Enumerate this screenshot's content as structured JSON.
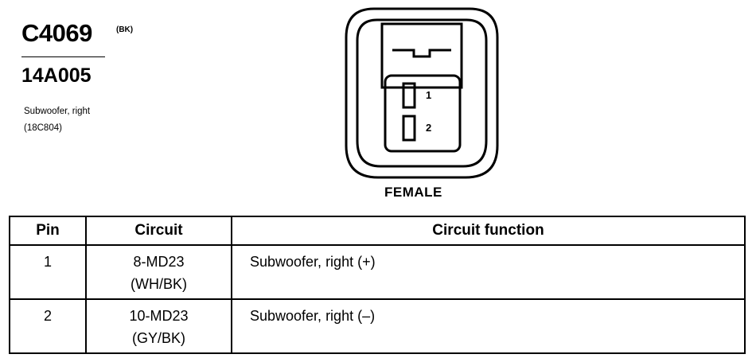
{
  "connector": {
    "id": "C4069",
    "color": "(BK)",
    "part_number": "14A005",
    "description": "Subwoofer, right",
    "location": "(18C804)",
    "gender": "FEMALE",
    "pin_labels": [
      "1",
      "2"
    ]
  },
  "table": {
    "headers": [
      "Pin",
      "Circuit",
      "Circuit function"
    ],
    "rows": [
      {
        "pin": "1",
        "circuit_1": "8-MD23",
        "circuit_2": "(WH/BK)",
        "function": "Subwoofer, right  (+)"
      },
      {
        "pin": "2",
        "circuit_1": "10-MD23",
        "circuit_2": "(GY/BK)",
        "function": "Subwoofer, right  (–)"
      }
    ]
  }
}
